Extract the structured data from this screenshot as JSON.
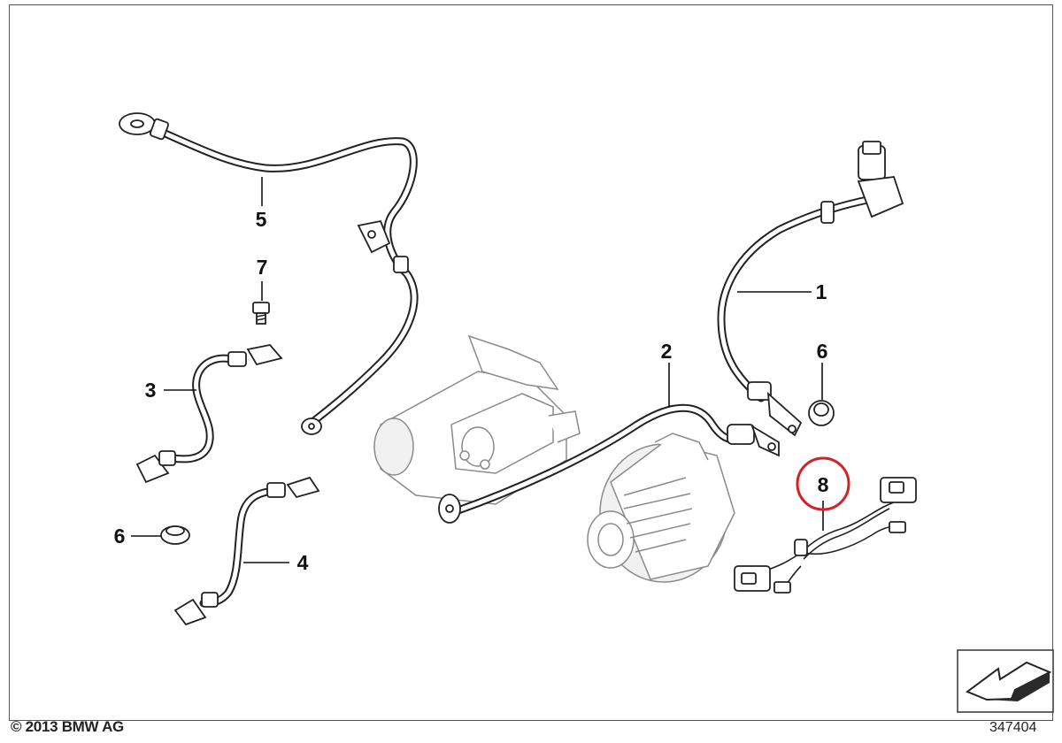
{
  "diagram": {
    "callouts": [
      {
        "id": "1",
        "text": "1",
        "highlighted": false
      },
      {
        "id": "2",
        "text": "2",
        "highlighted": false
      },
      {
        "id": "3",
        "text": "3",
        "highlighted": false
      },
      {
        "id": "4",
        "text": "4",
        "highlighted": false
      },
      {
        "id": "5",
        "text": "5",
        "highlighted": false
      },
      {
        "id": "6a",
        "text": "6",
        "highlighted": false
      },
      {
        "id": "6b",
        "text": "6",
        "highlighted": false
      },
      {
        "id": "7",
        "text": "7",
        "highlighted": false
      },
      {
        "id": "8",
        "text": "8",
        "highlighted": true
      }
    ],
    "highlight_color": "#d42027",
    "icons": [
      "battery-cable-icon",
      "starter-motor-icon",
      "alternator-icon",
      "grommet-icon",
      "bolt-icon",
      "wiring-harness-icon",
      "direction-arrow-icon"
    ]
  },
  "footer": {
    "copyright": "© 2013 BMW AG",
    "diagram_number": "347404"
  }
}
